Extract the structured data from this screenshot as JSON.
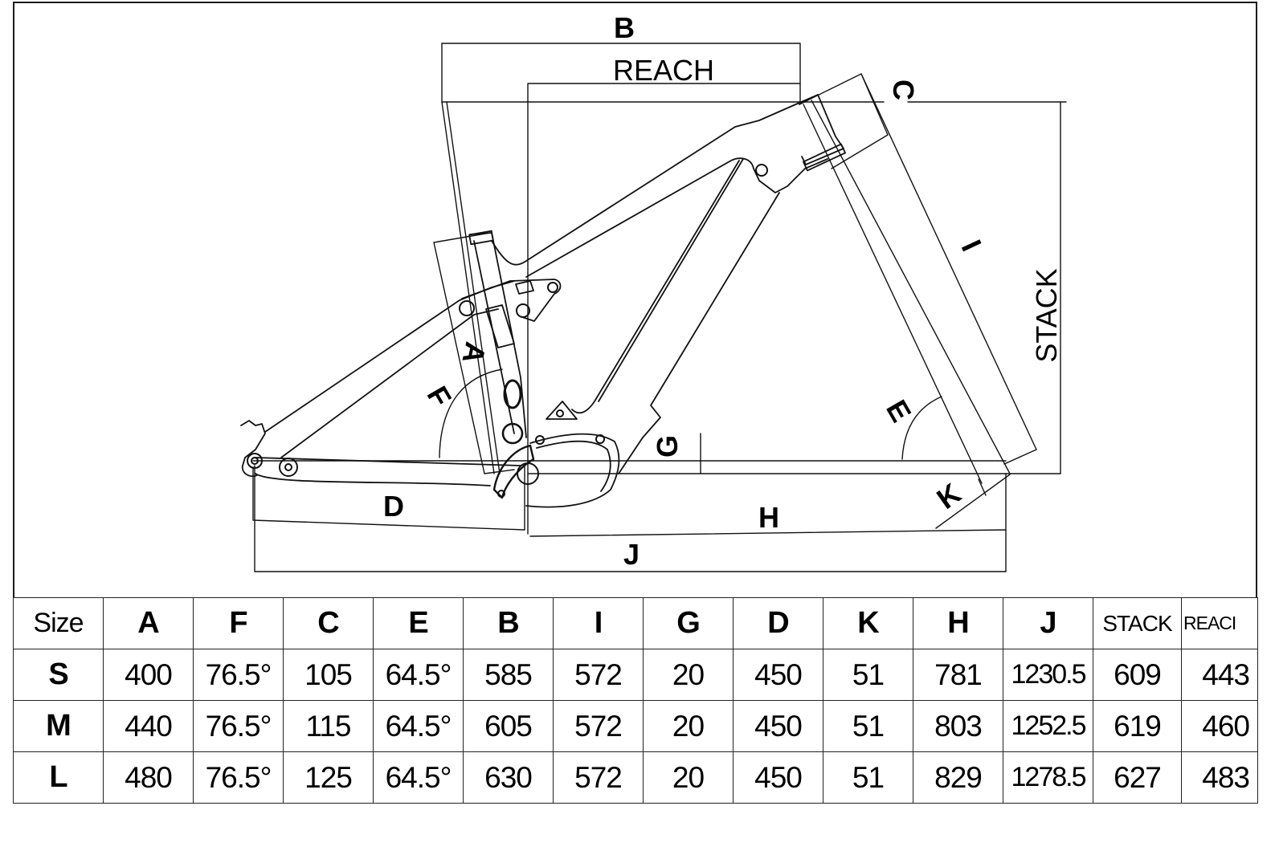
{
  "diagram": {
    "title": "Bicycle frame geometry",
    "labels": {
      "B": "B",
      "REACH": "REACH",
      "C": "C",
      "I": "I",
      "STACK": "STACK",
      "A": "A",
      "F": "F",
      "E": "E",
      "G": "G",
      "K": "K",
      "D": "D",
      "H": "H",
      "J": "J"
    }
  },
  "table": {
    "headers": [
      "Size",
      "A",
      "F",
      "C",
      "E",
      "B",
      "I",
      "G",
      "D",
      "K",
      "H",
      "J",
      "STACK",
      "REACI"
    ],
    "rows": [
      {
        "size": "S",
        "values": [
          "400",
          "76.5°",
          "105",
          "64.5°",
          "585",
          "572",
          "20",
          "450",
          "51",
          "781",
          "1230.5",
          "609",
          "443"
        ]
      },
      {
        "size": "M",
        "values": [
          "440",
          "76.5°",
          "115",
          "64.5°",
          "605",
          "572",
          "20",
          "450",
          "51",
          "803",
          "1252.5",
          "619",
          "460"
        ]
      },
      {
        "size": "L",
        "values": [
          "480",
          "76.5°",
          "125",
          "64.5°",
          "630",
          "572",
          "20",
          "450",
          "51",
          "829",
          "1278.5",
          "627",
          "483"
        ]
      }
    ]
  }
}
